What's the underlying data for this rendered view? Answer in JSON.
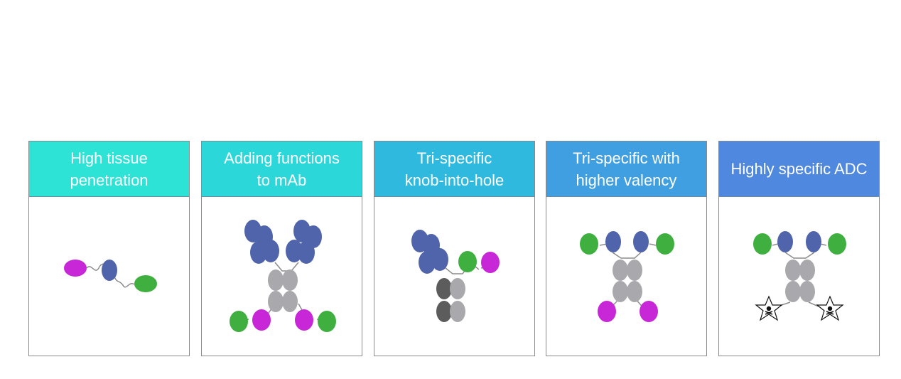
{
  "colors": {
    "magenta": "#c727d6",
    "blue": "#4f64aa",
    "green": "#3fb040",
    "gray": "#a9a9ad",
    "dark_gray": "#5c5c5c",
    "linker": "#8c8c8c"
  },
  "panels": [
    {
      "title": "High tissue\npenetration",
      "header_color": "#2de3d6"
    },
    {
      "title": "Adding functions\nto mAb",
      "header_color": "#2cd7d9"
    },
    {
      "title": "Tri-specific\nknob-into-hole",
      "header_color": "#30b9de"
    },
    {
      "title": "Tri-specific with\nhigher valency",
      "header_color": "#3f9fe0"
    },
    {
      "title": "Highly specific ADC",
      "header_color": "#4f88df"
    }
  ],
  "adc_payload_icon": "skull-crossbones-star-icon"
}
